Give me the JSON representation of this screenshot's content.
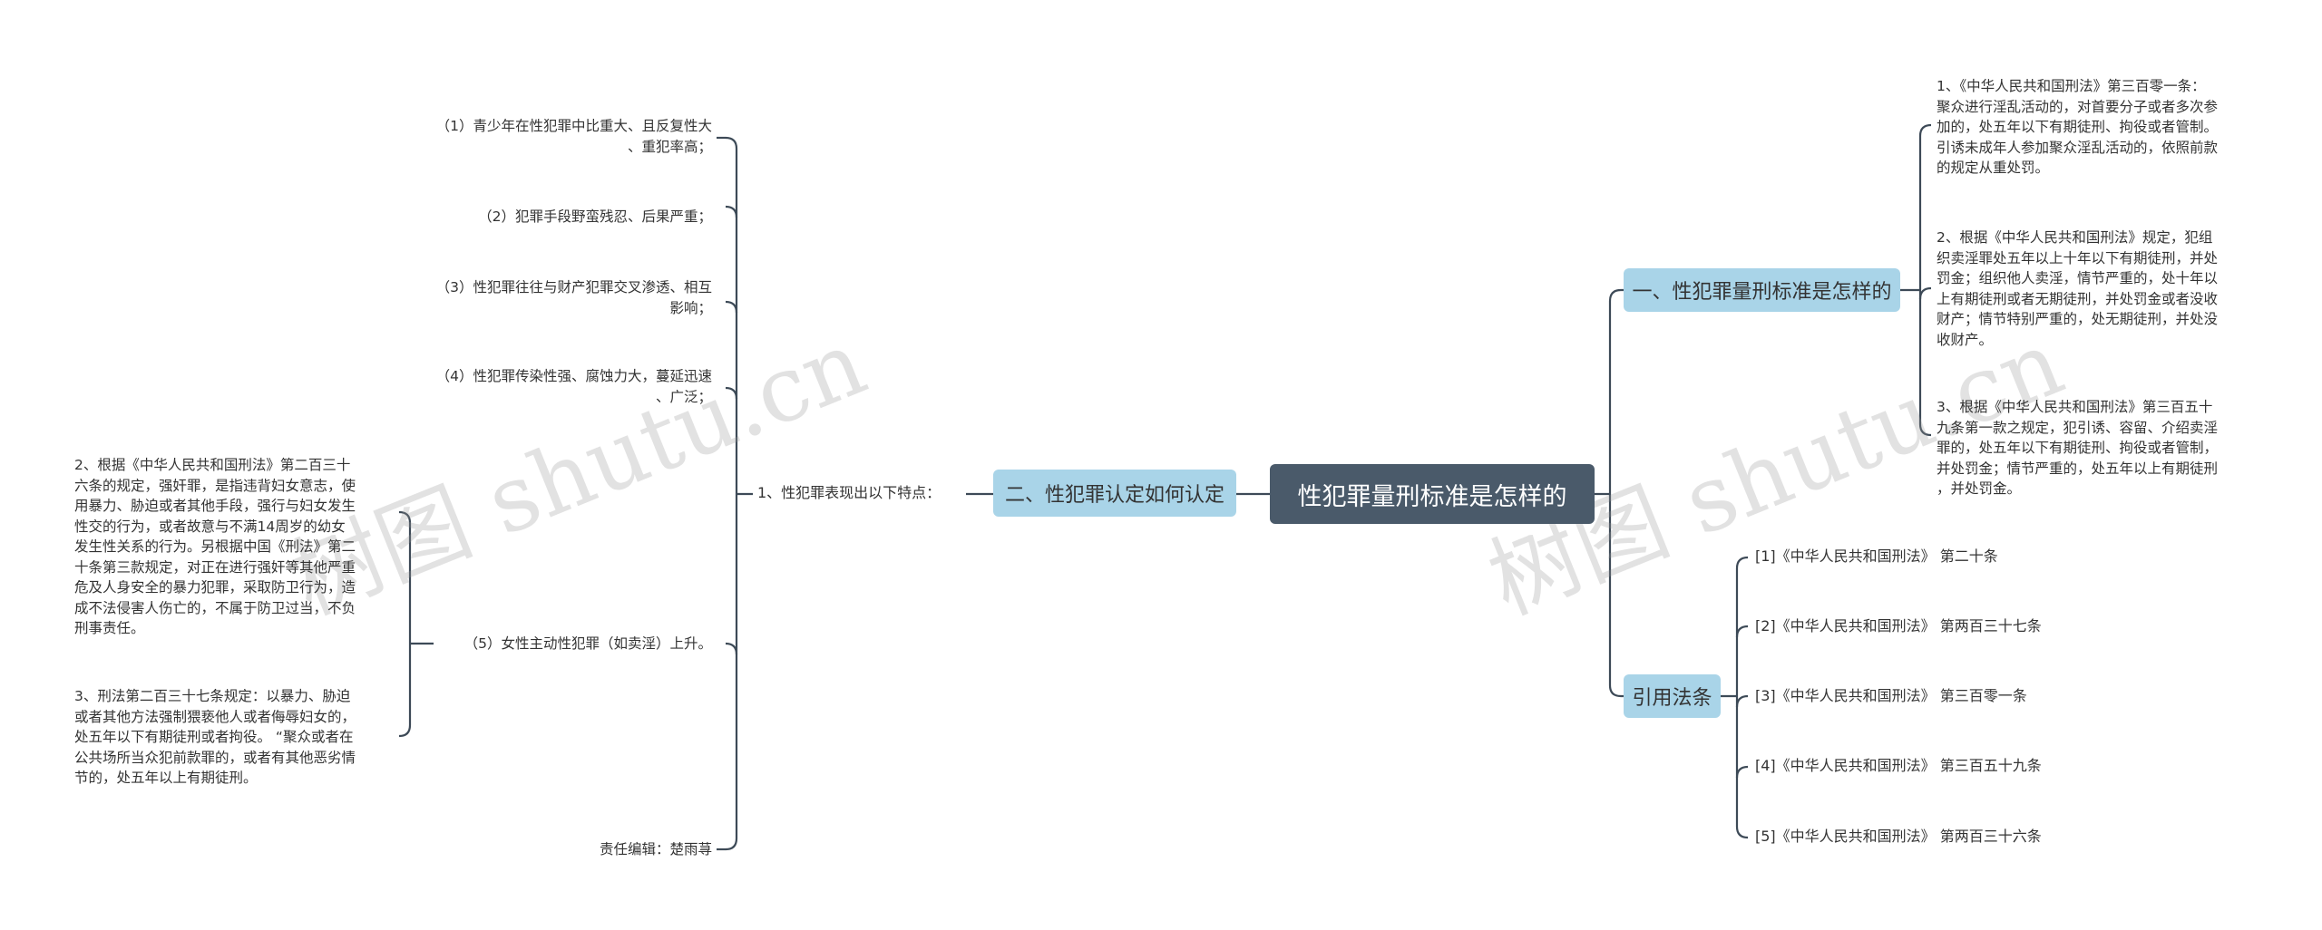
{
  "root": {
    "label": "性犯罪量刑标准是怎样的"
  },
  "left_branch": {
    "label": "二、性犯罪认定如何认定",
    "sub": {
      "label": "1、性犯罪表现出以下特点：",
      "items": [
        "（1）青少年在性犯罪中比重大、且反复性大\n、重犯率高；",
        "（2）犯罪手段野蛮残忍、后果严重；",
        "（3）性犯罪往往与财产犯罪交叉渗透、相互\n影响；",
        "（4）性犯罪传染性强、腐蚀力大，蔓延迅速\n、广泛；",
        "（5）女性主动性犯罪（如卖淫）上升。",
        "责任编辑：楚雨荨"
      ],
      "item5_children": [
        "2、根据《中华人民共和国刑法》第二百三十\n六条的规定，强奸罪，是指违背妇女意志，使\n用暴力、胁迫或者其他手段，强行与妇女发生\n性交的行为，或者故意与不满14周岁的幼女\n发生性关系的行为。另根据中国《刑法》第二\n十条第三款规定，对正在进行强奸等其他严重\n危及人身安全的暴力犯罪，采取防卫行为，造\n成不法侵害人伤亡的，不属于防卫过当，不负\n刑事责任。",
        "3、刑法第二百三十七条规定：以暴力、胁迫\n或者其他方法强制猥亵他人或者侮辱妇女的，\n处五年以下有期徒刑或者拘役。 “聚众或者在\n公共场所当众犯前款罪的，或者有其他恶劣情\n节的，处五年以上有期徒刑。"
      ]
    }
  },
  "right_branch_1": {
    "label": "一、性犯罪量刑标准是怎样的",
    "items": [
      "1、《中华人民共和国刑法》第三百零一条：\n聚众进行淫乱活动的，对首要分子或者多次参\n加的，处五年以下有期徒刑、拘役或者管制。\n引诱未成年人参加聚众淫乱活动的，依照前款\n的规定从重处罚。",
      "2、根据《中华人民共和国刑法》规定，犯组\n织卖淫罪处五年以上十年以下有期徒刑，并处\n罚金；组织他人卖淫，情节严重的，处十年以\n上有期徒刑或者无期徒刑，并处罚金或者没收\n财产；情节特别严重的，处无期徒刑，并处没\n收财产。",
      "3、根据《中华人民共和国刑法》第三百五十\n九条第一款之规定，犯引诱、容留、介绍卖淫\n罪的，处五年以下有期徒刑、拘役或者管制，\n并处罚金；情节严重的，处五年以上有期徒刑\n，并处罚金。"
    ]
  },
  "right_branch_2": {
    "label": "引用法条",
    "items": [
      "[1]《中华人民共和国刑法》 第二十条",
      "[2]《中华人民共和国刑法》 第两百三十七条",
      "[3]《中华人民共和国刑法》 第三百零一条",
      "[4]《中华人民共和国刑法》 第三百五十九条",
      "[5]《中华人民共和国刑法》 第两百三十六条"
    ]
  },
  "watermarks": [
    "树图 shutu.cn",
    "树图 shutu.cn"
  ],
  "colors": {
    "root_bg": "#4a5a6a",
    "branch_bg": "#a9d4e8",
    "line": "#3d4a57",
    "text": "#333333"
  }
}
